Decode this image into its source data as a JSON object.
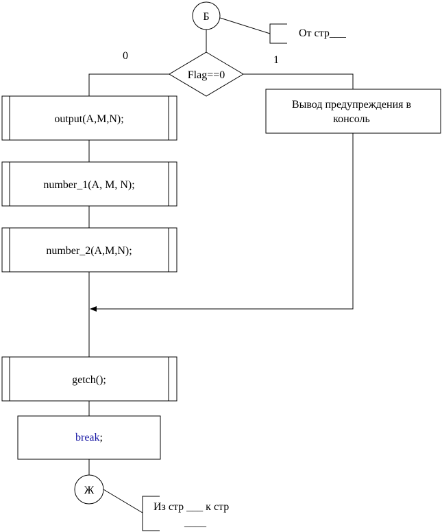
{
  "connectors": {
    "top": {
      "label": "Б",
      "comment": "От стр___"
    },
    "bottom": {
      "label": "Ж",
      "comment_line1": "Из стр ___ к стр",
      "comment_line2": "____"
    }
  },
  "decision": {
    "condition": "Flag==0",
    "branch_false": "0",
    "branch_true": "1"
  },
  "process_blocks": [
    {
      "text": "output(A,M,N);"
    },
    {
      "text": "number_1(A, M, N);"
    },
    {
      "text": "number_2(A,M,N);"
    }
  ],
  "warning_block": {
    "line1": "Вывод предупреждения в",
    "line2": "консоль"
  },
  "getch_block": {
    "text": "getch();"
  },
  "break_block": {
    "keyword": "break",
    "suffix": ";",
    "keyword_color": "#1a1aa6"
  }
}
